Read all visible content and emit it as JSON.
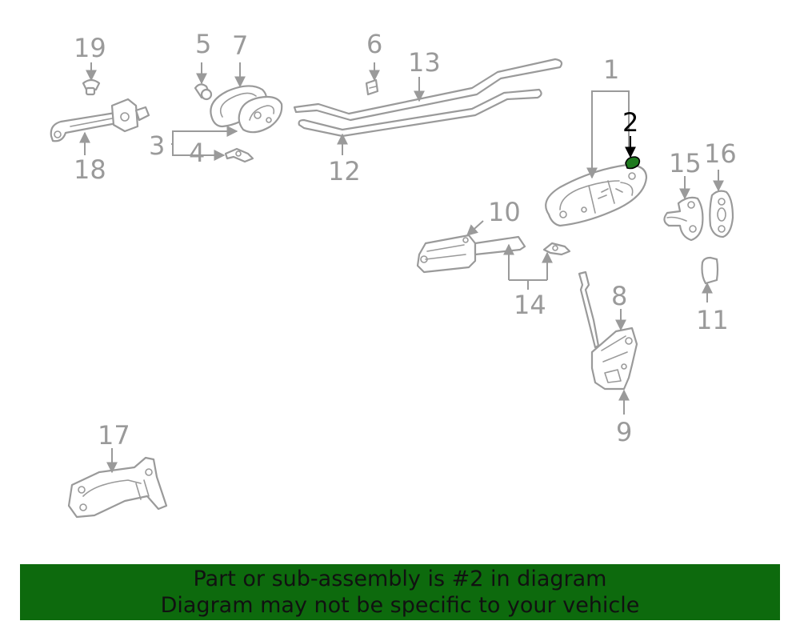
{
  "diagram": {
    "callouts": {
      "c1": "1",
      "c2": "2",
      "c3": "3",
      "c4": "4",
      "c5": "5",
      "c6": "6",
      "c7": "7",
      "c8": "8",
      "c9": "9",
      "c10": "10",
      "c11": "11",
      "c12": "12",
      "c13": "13",
      "c14": "14",
      "c15": "15",
      "c16": "16",
      "c17": "17",
      "c18": "18",
      "c19": "19"
    },
    "highlighted_part": "2",
    "colors": {
      "line": "#9a9a9a",
      "highlight_part": "#1f7a1f",
      "highlight_label": "#000000"
    }
  },
  "banner": {
    "line1": "Part or sub-assembly is #2 in diagram",
    "line2": "Diagram may not be specific to your vehicle",
    "background": "#0d6a0d"
  }
}
